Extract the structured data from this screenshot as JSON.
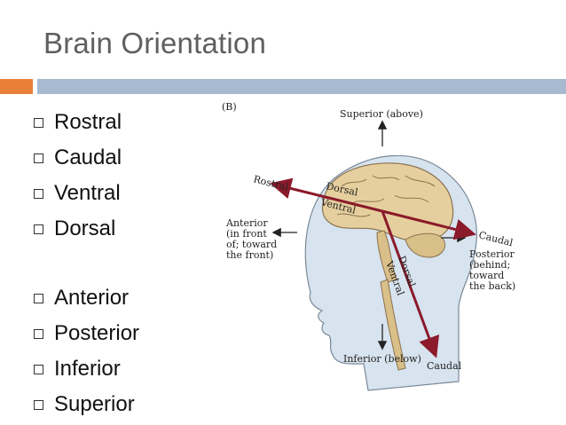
{
  "slide": {
    "title": "Brain Orientation"
  },
  "bullets_group1": [
    "Rostral",
    "Caudal",
    "Ventral",
    "Dorsal"
  ],
  "bullets_group2": [
    "Anterior",
    "Posterior",
    "Inferior",
    "Superior"
  ],
  "figure": {
    "panel_label": "(B)",
    "superior": "Superior (above)",
    "inferior": "Inferior (below)",
    "anterior_line1": "Anterior",
    "anterior_line2": "(in front",
    "anterior_line3": "of; toward",
    "anterior_line4": "the front)",
    "posterior_line1": "Posterior",
    "posterior_line2": "(behind;",
    "posterior_line3": "toward",
    "posterior_line4": "the back)",
    "rostral": "Rostral",
    "caudal_brain": "Caudal",
    "caudal_spinal": "Caudal",
    "dorsal_brain": "Dorsal",
    "ventral_brain": "Ventral",
    "dorsal_spinal": "Dorsal",
    "ventral_spinal": "Ventral"
  },
  "colors": {
    "title": "#5f5f5f",
    "accent_bar": "#e8803a",
    "title_bar": "#a8bad0",
    "axis_arrow": "#8b1a2b",
    "head": "#d7e3ee",
    "brain": "#e6cf9e"
  }
}
